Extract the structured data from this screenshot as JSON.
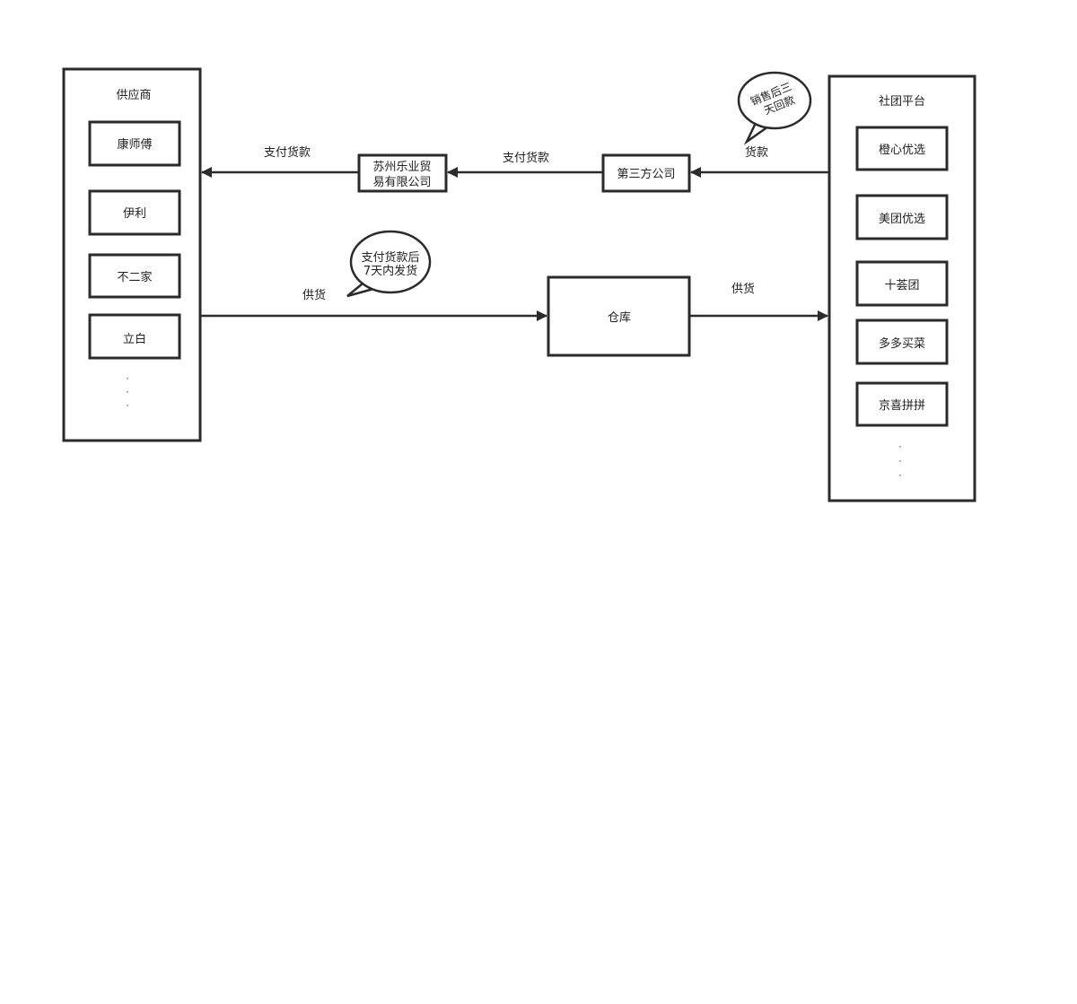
{
  "suppliers": {
    "title": "供应商",
    "items": [
      "康师傅",
      "伊利",
      "不二家",
      "立白"
    ],
    "more": "·"
  },
  "platforms": {
    "title": "社团平台",
    "items": [
      "橙心优选",
      "美团优选",
      "十荟团",
      "多多买菜",
      "京喜拼拼"
    ],
    "more": "·"
  },
  "nodes": {
    "trade_company_line1": "苏州乐业贸",
    "trade_company_line2": "易有限公司",
    "third_party": "第三方公司",
    "warehouse": "仓库"
  },
  "edges": {
    "pay_to_supplier": "支付货款",
    "pay_to_trade": "支付货款",
    "payment": "货款",
    "supply_left": "供货",
    "supply_right": "供货"
  },
  "bubbles": {
    "ship_line1": "支付货款后",
    "ship_line2": "7天内发货",
    "settle_line1": "销售后三",
    "settle_line2": "天回款"
  }
}
